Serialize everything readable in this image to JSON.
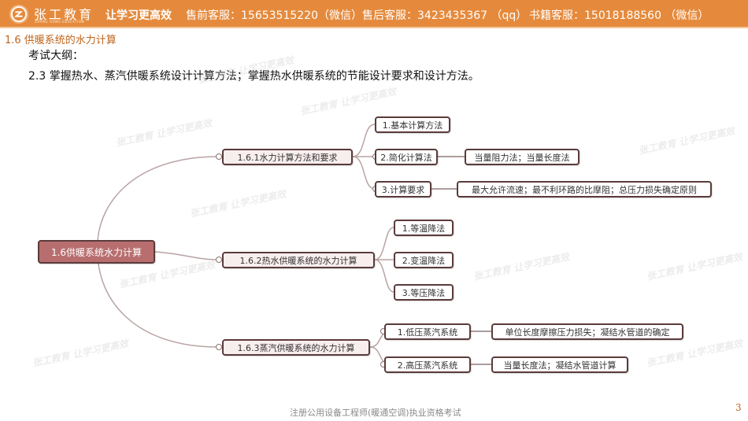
{
  "header": {
    "logo_text": "张工教育",
    "logo_subtext": "ZHANG GONG EDUCATION",
    "slogan": "让学习更高效",
    "contacts": [
      {
        "label": "售前客服：15653515220（微信）"
      },
      {
        "label": "售后客服：3423435367 （qq）"
      },
      {
        "label": "书籍客服：15018188560 （微信）"
      }
    ],
    "bar_color": "#e58a3c"
  },
  "section": {
    "title": "1.6 供暖系统的水力计算",
    "outline_label": "考试大纲：",
    "outline_item": "2.3 掌握热水、蒸汽供暖系统设计计算方法；掌握热水供暖系统的节能设计要求和设计方法。"
  },
  "mindmap": {
    "root": {
      "label": "1.6供暖系统水力计算",
      "color": "#b86e6e"
    },
    "branches": [
      {
        "label": "1.6.1水力计算方法和要求",
        "children": [
          {
            "label": "1.基本计算方法"
          },
          {
            "label": "2.简化计算法",
            "detail": "当量阻力法；当量长度法"
          },
          {
            "label": "3.计算要求",
            "detail": "最大允许流速；最不利环路的比摩阻；总压力损失确定原则"
          }
        ]
      },
      {
        "label": "1.6.2热水供暖系统的水力计算",
        "children": [
          {
            "label": "1.等温降法"
          },
          {
            "label": "2.变温降法"
          },
          {
            "label": "3.等压降法"
          }
        ]
      },
      {
        "label": "1.6.3蒸汽供暖系统的水力计算",
        "children": [
          {
            "label": "1.低压蒸汽系统",
            "detail": "单位长度摩擦压力损失；凝结水管道的确定"
          },
          {
            "label": "2.高压蒸汽系统",
            "detail": "当量长度法；凝结水管道计算"
          }
        ]
      }
    ]
  },
  "watermark": "张工教育 让学习更高效",
  "footer": {
    "text": "注册公用设备工程师(暖通空调)执业资格考试",
    "page_number": "3"
  }
}
